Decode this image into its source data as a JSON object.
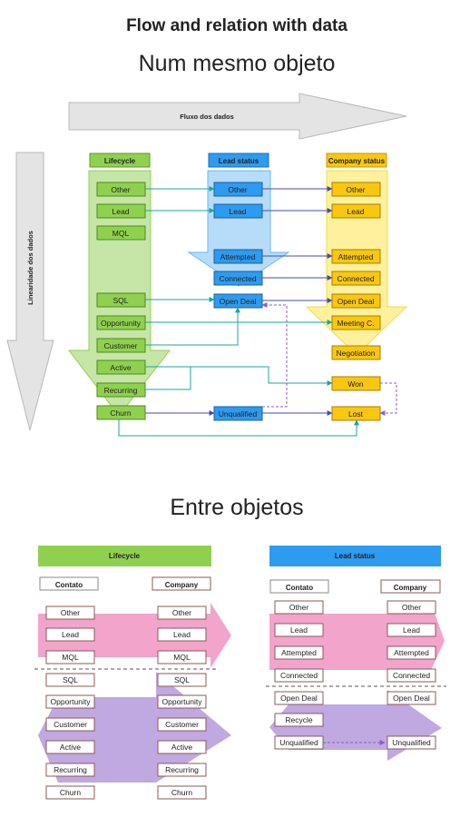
{
  "title": "Flow and relation with data",
  "subtitle": "Num mesmo objeto",
  "section2_title": "Entre objetos",
  "flow_arrow_label": "Fluxo dos dados",
  "linearity_arrow_label": "Linearidade dos dados",
  "top": {
    "headers": {
      "lifecycle": "Lifecycle",
      "lead_status": "Lead status",
      "company_status": "Company status"
    },
    "lifecycle": [
      "Other",
      "Lead",
      "MQL",
      "SQL",
      "Opportunity",
      "Customer",
      "Active",
      "Recurring",
      "Churn"
    ],
    "lead_status": [
      "Other",
      "Lead",
      "Attempted",
      "Connected",
      "Open Deal",
      "Unqualified"
    ],
    "company_status": [
      "Other",
      "Lead",
      "Attempted",
      "Connected",
      "Open Deal",
      "Meeting C.",
      "Negotiation",
      "Won",
      "Lost"
    ]
  },
  "bottom_left": {
    "header": "Lifecycle",
    "col1": "Contato",
    "col2": "Company",
    "contato": [
      "Other",
      "Lead",
      "MQL",
      "SQL",
      "Opportunity",
      "Customer",
      "Active",
      "Recurring",
      "Churn"
    ],
    "company": [
      "Other",
      "Lead",
      "MQL",
      "SQL",
      "Opportunity",
      "Customer",
      "Active",
      "Recurring",
      "Churn"
    ]
  },
  "bottom_right": {
    "header": "Lead status",
    "col1": "Contato",
    "col2": "Company",
    "contato": [
      "Other",
      "Lead",
      "Attempted",
      "Connected",
      "Open Deal",
      "Recycle",
      "Unqualified"
    ],
    "company": [
      "Other",
      "Lead",
      "Attempted",
      "Connected",
      "Open Deal",
      "Unqualified"
    ]
  },
  "colors": {
    "green": "#8fd14f",
    "green_light": "#c5e6a6",
    "blue": "#2d9bf0",
    "blue_light": "#b6dcfa",
    "yellow": "#fac710",
    "yellow_light": "#fdf19d",
    "pink": "#f19ac4",
    "purple": "#c0a8e0",
    "teal": "#13a89e",
    "navy": "#414bb2",
    "grey": "#e0e0e0"
  }
}
